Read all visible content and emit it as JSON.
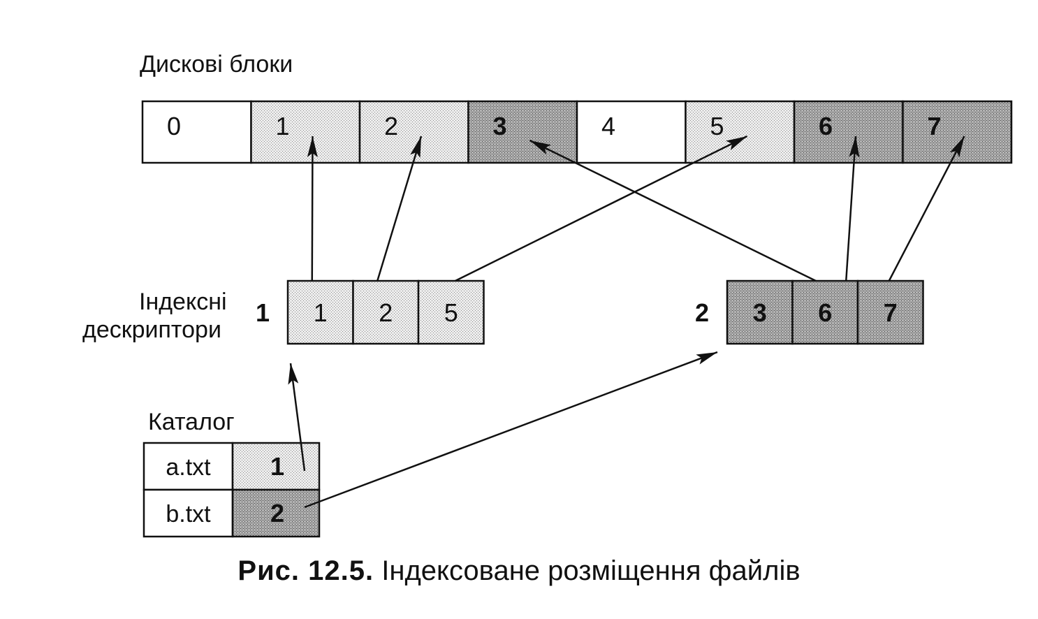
{
  "labels": {
    "disk_blocks": "Дискові блоки",
    "index_descriptors_line1": "Індексні",
    "index_descriptors_line2": "дескриптори",
    "catalog": "Каталог"
  },
  "disk_blocks": [
    {
      "label": "0",
      "fill": "white"
    },
    {
      "label": "1",
      "fill": "light"
    },
    {
      "label": "2",
      "fill": "light"
    },
    {
      "label": "3",
      "fill": "dark"
    },
    {
      "label": "4",
      "fill": "white"
    },
    {
      "label": "5",
      "fill": "light"
    },
    {
      "label": "6",
      "fill": "dark"
    },
    {
      "label": "7",
      "fill": "dark"
    }
  ],
  "index_descriptors": [
    {
      "id": "1",
      "fill": "light",
      "blocks": [
        "1",
        "2",
        "5"
      ]
    },
    {
      "id": "2",
      "fill": "dark",
      "blocks": [
        "3",
        "6",
        "7"
      ]
    }
  ],
  "catalog": [
    {
      "name": "a.txt",
      "descriptor": "1",
      "fill": "light"
    },
    {
      "name": "b.txt",
      "descriptor": "2",
      "fill": "dark"
    }
  ],
  "caption": {
    "prefix": "Рис. 12.5.",
    "text": " Індексоване розміщення файлів"
  },
  "colors": {
    "stroke": "#111111",
    "light_fill": "#dcdcdc",
    "dark_fill": "#9a9a9a",
    "white_fill": "#ffffff"
  }
}
